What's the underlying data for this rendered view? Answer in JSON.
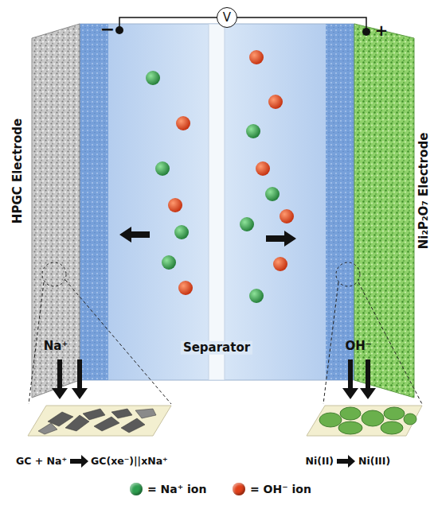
{
  "diagram": {
    "nodes": [
      {
        "text": [
          "V"
        ]
      }
    ],
    "labels": [
      "−",
      "+",
      "HPGC Electrode",
      "Ni₂P₂O₇ Electrode",
      "Na⁺",
      "Separator",
      "OH⁻",
      "GC + Na⁺",
      "GC(xe⁻)||xNa⁺",
      "Ni(II)",
      "Ni(III)"
    ],
    "legend": [
      {
        "text": "= Na⁺ ion",
        "color": "#2e9e4f"
      },
      {
        "text": "= OH⁻ ion",
        "color": "#e0401a"
      }
    ]
  }
}
